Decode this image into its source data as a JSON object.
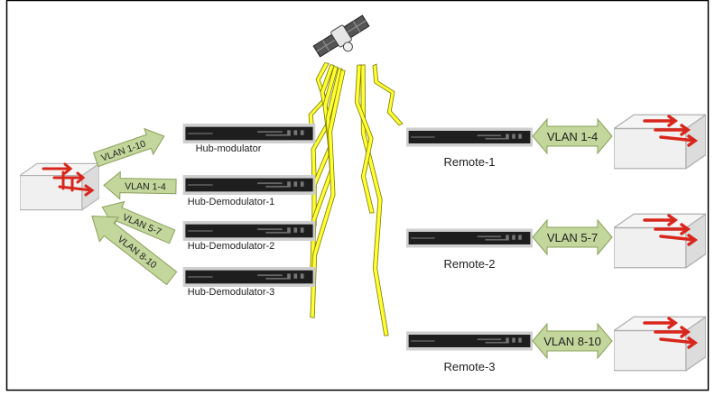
{
  "hub": {
    "modulator": "Hub-modulator",
    "demodulators": [
      "Hub-Demodulator-1",
      "Hub-Demodulator-2",
      "Hub-Demodulator-3"
    ]
  },
  "remotes": [
    "Remote-1",
    "Remote-2",
    "Remote-3"
  ],
  "hub_vlans": [
    "VLAN 1-10",
    "VLAN 1-4",
    "VLAN 5-7",
    "VLAN 8-10"
  ],
  "remote_vlans": [
    "VLAN 1-4",
    "VLAN 5-7",
    "VLAN 8-10"
  ],
  "colors": {
    "vlan_arrow_fill": "#c3d69b",
    "vlan_arrow_stroke": "#8aa05a",
    "lightning": "#ffff33",
    "lightning_stroke": "#7a7a00",
    "switch_arrow": "#d9261c",
    "device_body": "#1e1e1e"
  },
  "icons": {
    "satellite": "satellite-icon",
    "switch": "network-switch-icon",
    "device": "rack-device-icon"
  }
}
